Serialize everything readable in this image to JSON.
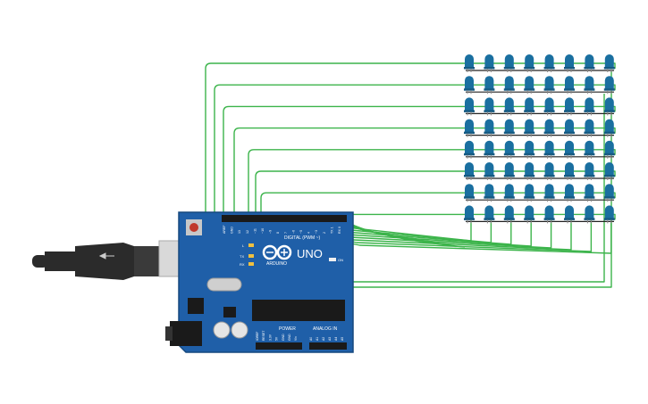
{
  "board": {
    "brand": "ARDUINO",
    "model": "UNO",
    "digital_label": "DIGITAL (PWM ~)",
    "power_label": "POWER",
    "analog_label": "ANALOG IN",
    "on_label": "ON",
    "l_label": "L",
    "tx_label": "TX",
    "rx_label": "RX",
    "top_pins": [
      "AREF",
      "GND",
      "13",
      "12",
      "~11",
      "~10",
      "~9",
      "8",
      "7",
      "~6",
      "~5",
      "4",
      "~3",
      "2",
      "TX 1",
      "RX 0"
    ],
    "power_pins": [
      "IOREF",
      "RESET",
      "3.3V",
      "5V",
      "GND",
      "GND",
      "Vin"
    ],
    "analog_pins": [
      "A0",
      "A1",
      "A2",
      "A3",
      "A4",
      "A5"
    ],
    "colors": {
      "pcb": "#1f5fa8",
      "wire": "#3cb44b",
      "led": "#1a6fa0",
      "usb": "#2b2b2b"
    }
  },
  "led_matrix": {
    "rows": 8,
    "cols": 8
  },
  "icons": [
    "usb-cable-icon",
    "arduino-logo-icon",
    "reset-button-icon",
    "barrel-jack-icon"
  ]
}
